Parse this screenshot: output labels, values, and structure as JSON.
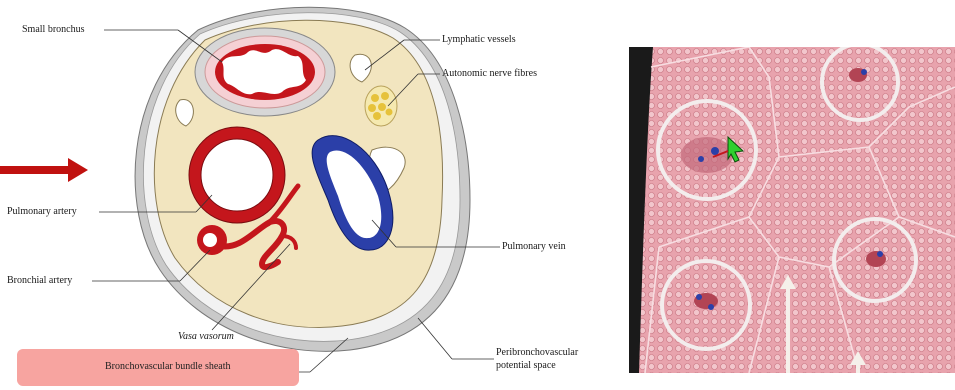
{
  "labels": {
    "small_bronchus": "Small bronchus",
    "lymphatic_vessels": "Lymphatic vessels",
    "autonomic_nerve_fibres": "Autonomic nerve fibres",
    "pulmonary_artery": "Pulmonary artery",
    "pulmonary_vein": "Pulmonary vein",
    "bronchial_artery": "Bronchial artery",
    "vasa_vasorum": "Vasa vasorum",
    "bronchovascular_bundle_sheath": "Bronchovascular bundle sheath",
    "peribronchovascular_line1": "Peribronchovascular",
    "peribronchovascular_line2": "potential space"
  },
  "colors": {
    "sheath_fill": "#f2e5bf",
    "tissue_pink": "#e8a3ad",
    "artery_red": "#c4161c",
    "vein_blue": "#2b3fa8",
    "highlight_box": "#f7a4a0",
    "arrow_red": "#c0110f"
  }
}
